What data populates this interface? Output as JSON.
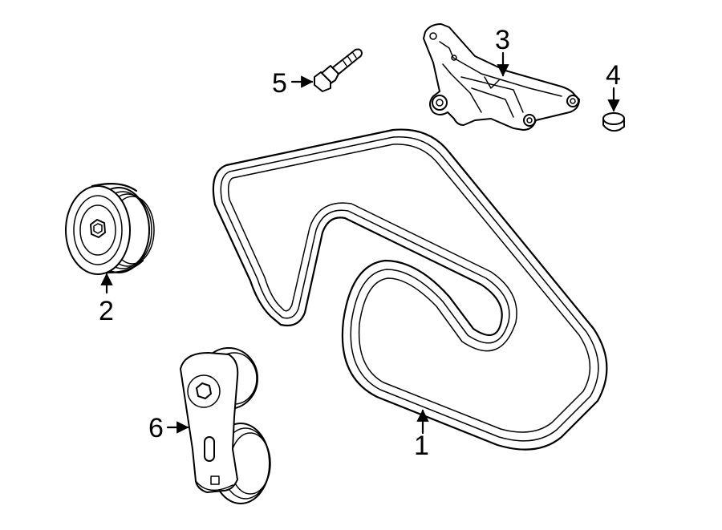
{
  "callouts": {
    "belt": "1",
    "idler_pulley": "2",
    "bracket": "3",
    "cap": "4",
    "bolt": "5",
    "tensioner": "6"
  }
}
